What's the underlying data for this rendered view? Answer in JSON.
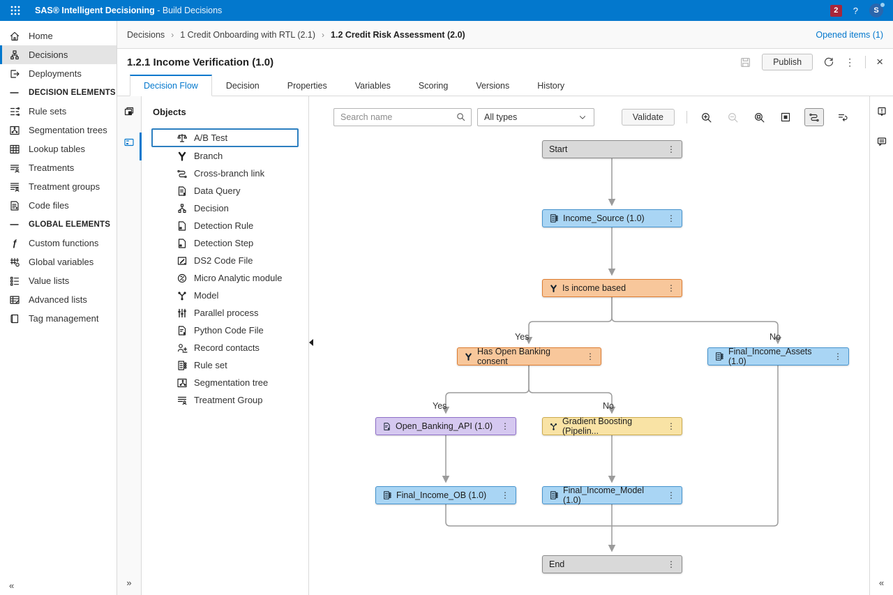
{
  "topbar": {
    "app_title": "SAS® Intelligent Decisioning",
    "app_subtitle": " - Build Decisions",
    "notification_count": "2",
    "help_label": "?",
    "avatar_initial": "S"
  },
  "breadcrumb": {
    "items": [
      "Decisions",
      "1 Credit Onboarding with RTL (2.1)",
      "1.2 Credit Risk Assessment (2.0)"
    ],
    "opened_items": "Opened items (1)"
  },
  "page": {
    "title": "1.2.1 Income Verification (1.0)",
    "publish_label": "Publish"
  },
  "tabs": [
    {
      "label": "Decision Flow",
      "active": true
    },
    {
      "label": "Decision"
    },
    {
      "label": "Properties"
    },
    {
      "label": "Variables"
    },
    {
      "label": "Scoring"
    },
    {
      "label": "Versions"
    },
    {
      "label": "History"
    }
  ],
  "sidebar": {
    "items": [
      {
        "label": "Home"
      },
      {
        "label": "Decisions"
      },
      {
        "label": "Deployments"
      },
      {
        "label": "DECISION ELEMENTS"
      },
      {
        "label": "Rule sets"
      },
      {
        "label": "Segmentation trees"
      },
      {
        "label": "Lookup tables"
      },
      {
        "label": "Treatments"
      },
      {
        "label": "Treatment groups"
      },
      {
        "label": "Code files"
      },
      {
        "label": "GLOBAL ELEMENTS"
      },
      {
        "label": "Custom functions"
      },
      {
        "label": "Global variables"
      },
      {
        "label": "Value lists"
      },
      {
        "label": "Advanced lists"
      },
      {
        "label": "Tag management"
      }
    ]
  },
  "objects_panel": {
    "title": "Objects",
    "items": [
      {
        "label": "A/B Test"
      },
      {
        "label": "Branch"
      },
      {
        "label": "Cross-branch link"
      },
      {
        "label": "Data Query"
      },
      {
        "label": "Decision"
      },
      {
        "label": "Detection Rule"
      },
      {
        "label": "Detection Step"
      },
      {
        "label": "DS2 Code File"
      },
      {
        "label": "Micro Analytic module"
      },
      {
        "label": "Model"
      },
      {
        "label": "Parallel process"
      },
      {
        "label": "Python Code File"
      },
      {
        "label": "Record contacts"
      },
      {
        "label": "Rule set"
      },
      {
        "label": "Segmentation tree"
      },
      {
        "label": "Treatment Group"
      }
    ]
  },
  "canvas": {
    "search_placeholder": "Search name",
    "type_filter_value": "All types",
    "validate_label": "Validate"
  },
  "flow": {
    "nodes": [
      {
        "label": "Start",
        "type": "terminal"
      },
      {
        "label": "Income_Source (1.0)",
        "type": "rule-set"
      },
      {
        "label": "Is income based",
        "type": "branch"
      },
      {
        "label": "Has Open Banking consent",
        "type": "branch"
      },
      {
        "label": "Final_Income_Assets (1.0)",
        "type": "rule-set"
      },
      {
        "label": "Open_Banking_API (1.0)",
        "type": "code-file"
      },
      {
        "label": "Gradient Boosting (Pipelin...",
        "type": "model"
      },
      {
        "label": "Final_Income_OB (1.0)",
        "type": "rule-set"
      },
      {
        "label": "Final_Income_Model (1.0)",
        "type": "rule-set"
      },
      {
        "label": "End",
        "type": "terminal"
      }
    ],
    "labels": {
      "yes1": "Yes",
      "no1": "No",
      "yes2": "Yes",
      "no2": "No"
    }
  },
  "colors": {
    "accent": "#0378cd",
    "badge": "#a82639",
    "node_blue": "#a9d5f4",
    "node_orange": "#f8c79b",
    "node_purple": "#d5c8f0",
    "node_yellow": "#f9e3a5",
    "node_gray": "#d9d9d9",
    "edge_gray": "#9b9b9b"
  }
}
